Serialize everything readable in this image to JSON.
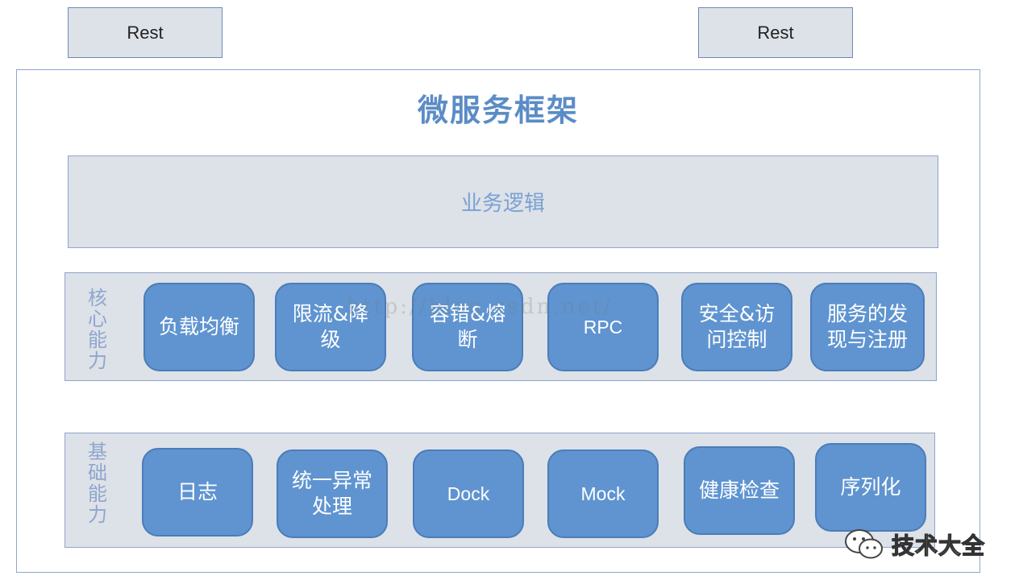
{
  "top_nodes": [
    {
      "label": "Rest"
    },
    {
      "label": "Rest"
    }
  ],
  "framework": {
    "title": "微服务框架",
    "business_layer": "业务逻辑",
    "core_capabilities": {
      "label": "核心能力",
      "modules": [
        "负载均衡",
        "限流&降级",
        "容错&熔断",
        "RPC",
        "安全&访问控制",
        "服务的发现与注册"
      ]
    },
    "base_capabilities": {
      "label": "基础能力",
      "modules": [
        "日志",
        "统一异常处理",
        "Dock",
        "Mock",
        "健康检查",
        "序列化"
      ]
    }
  },
  "watermark": "http://blog.csdn.net/",
  "brand": {
    "name": "技术大全",
    "icon": "wechat-icon"
  },
  "colors": {
    "module_fill": "#5f94d0",
    "layer_fill": "#dde1e8",
    "border": "#8fa6cc",
    "title": "#5b8cc6"
  }
}
